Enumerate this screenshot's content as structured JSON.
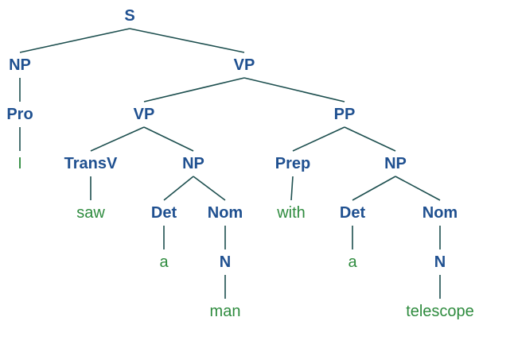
{
  "colors": {
    "category": "#1f5090",
    "word": "#2e8b3e",
    "edge": "#1d4f4f",
    "background": "#ffffff"
  },
  "nodes": [
    {
      "id": "s",
      "label": "S",
      "kind": "category"
    },
    {
      "id": "np1",
      "label": "NP",
      "kind": "category"
    },
    {
      "id": "vp1",
      "label": "VP",
      "kind": "category"
    },
    {
      "id": "pro",
      "label": "Pro",
      "kind": "category"
    },
    {
      "id": "w-i",
      "label": "I",
      "kind": "word"
    },
    {
      "id": "vp2",
      "label": "VP",
      "kind": "category"
    },
    {
      "id": "pp",
      "label": "PP",
      "kind": "category"
    },
    {
      "id": "transv",
      "label": "TransV",
      "kind": "category"
    },
    {
      "id": "np2",
      "label": "NP",
      "kind": "category"
    },
    {
      "id": "prep",
      "label": "Prep",
      "kind": "category"
    },
    {
      "id": "np3",
      "label": "NP",
      "kind": "category"
    },
    {
      "id": "w-saw",
      "label": "saw",
      "kind": "word"
    },
    {
      "id": "det1",
      "label": "Det",
      "kind": "category"
    },
    {
      "id": "nom1",
      "label": "Nom",
      "kind": "category"
    },
    {
      "id": "w-with",
      "label": "with",
      "kind": "word"
    },
    {
      "id": "det2",
      "label": "Det",
      "kind": "category"
    },
    {
      "id": "nom2",
      "label": "Nom",
      "kind": "category"
    },
    {
      "id": "w-a1",
      "label": "a",
      "kind": "word"
    },
    {
      "id": "n1",
      "label": "N",
      "kind": "category"
    },
    {
      "id": "w-a2",
      "label": "a",
      "kind": "word"
    },
    {
      "id": "n2",
      "label": "N",
      "kind": "category"
    },
    {
      "id": "w-man",
      "label": "man",
      "kind": "word"
    },
    {
      "id": "w-tel",
      "label": "telescope",
      "kind": "word"
    }
  ],
  "edges": [
    [
      "s",
      "np1"
    ],
    [
      "s",
      "vp1"
    ],
    [
      "np1",
      "pro"
    ],
    [
      "pro",
      "w-i"
    ],
    [
      "vp1",
      "vp2"
    ],
    [
      "vp1",
      "pp"
    ],
    [
      "vp2",
      "transv"
    ],
    [
      "vp2",
      "np2"
    ],
    [
      "transv",
      "w-saw"
    ],
    [
      "np2",
      "det1"
    ],
    [
      "np2",
      "nom1"
    ],
    [
      "det1",
      "w-a1"
    ],
    [
      "nom1",
      "n1"
    ],
    [
      "n1",
      "w-man"
    ],
    [
      "pp",
      "prep"
    ],
    [
      "pp",
      "np3"
    ],
    [
      "prep",
      "w-with"
    ],
    [
      "np3",
      "det2"
    ],
    [
      "np3",
      "nom2"
    ],
    [
      "det2",
      "w-a2"
    ],
    [
      "nom2",
      "n2"
    ],
    [
      "n2",
      "w-tel"
    ]
  ]
}
